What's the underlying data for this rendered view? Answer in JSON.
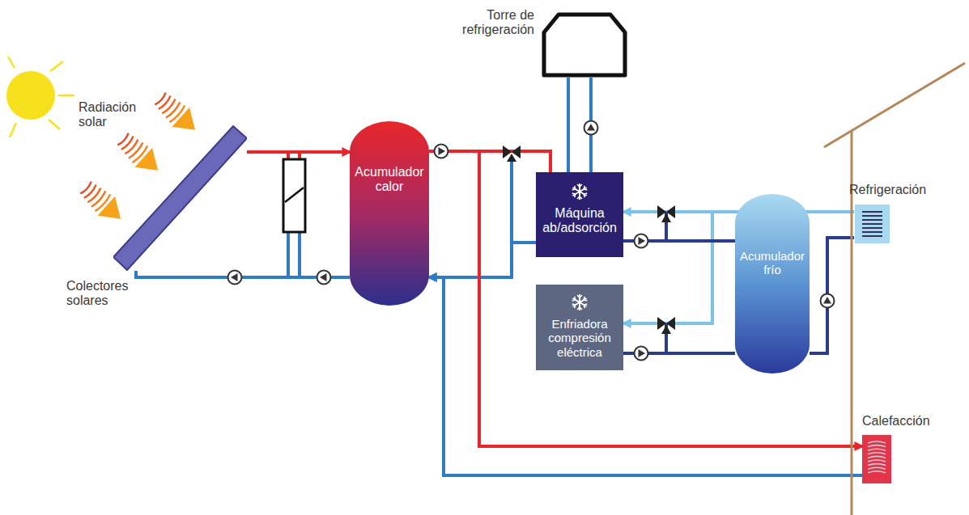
{
  "diagram": {
    "nodes": [
      {
        "text": [
          "Colectores solares"
        ]
      },
      {
        "text": [
          "Acumulador calor"
        ]
      },
      {
        "text": [
          "Torre de refrigeración"
        ]
      },
      {
        "text": [
          "Máquina ab/adsorción"
        ]
      },
      {
        "text": [
          "Enfriadora compresión eléctrica"
        ]
      },
      {
        "text": [
          "Acumulador frío"
        ]
      },
      {
        "text": [
          "Refrigeración"
        ]
      },
      {
        "text": [
          "Calefacción"
        ]
      }
    ],
    "edges": [
      {
        "from": 0,
        "to": 1,
        "arrow": "to"
      },
      {
        "from": 1,
        "to": 0,
        "arrow": "none"
      },
      {
        "from": 1,
        "to": 3,
        "arrow": "none"
      },
      {
        "from": 3,
        "to": 1,
        "arrow": "to"
      },
      {
        "from": 3,
        "to": 2,
        "arrow": "none"
      },
      {
        "from": 2,
        "to": 3,
        "arrow": "none"
      },
      {
        "from": 1,
        "to": 7,
        "arrow": "to"
      },
      {
        "from": 7,
        "to": 1,
        "arrow": "to"
      },
      {
        "from": 6,
        "to": 3,
        "arrow": "to"
      },
      {
        "from": 6,
        "to": 4,
        "arrow": "to"
      },
      {
        "from": 3,
        "to": 5,
        "arrow": "none"
      },
      {
        "from": 4,
        "to": 5,
        "arrow": "none"
      },
      {
        "from": 5,
        "to": 6,
        "arrow": "none"
      }
    ],
    "labels": [
      "Radiación solar"
    ]
  }
}
